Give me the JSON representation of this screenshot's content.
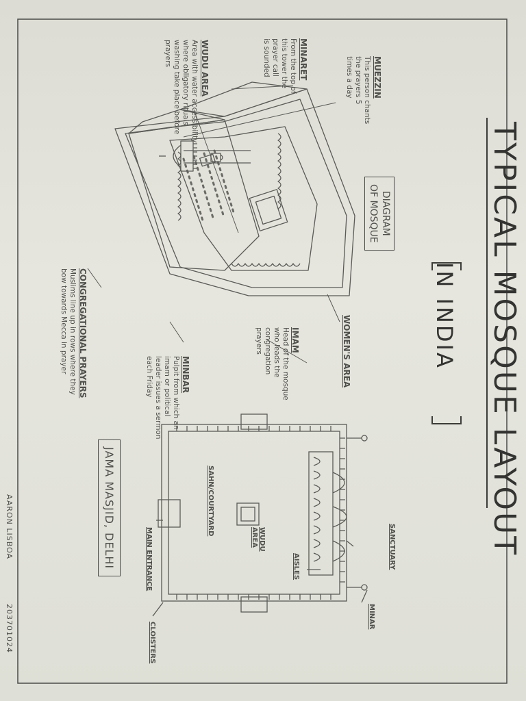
{
  "title": "TYPICAL MOSQUE LAYOUT",
  "subtitle": "IN INDIA",
  "diagram_label": "DIAGRAM\nOF MOSQUE",
  "annotations": {
    "muezzin": {
      "heading": "MUEZZIN",
      "text": "This person chants\nthe prayers 5\ntimes a day"
    },
    "minaret": {
      "heading": "MINARET",
      "text": "From the top of\nthis tower the\nprayer call\nis sounded"
    },
    "wudu_area": {
      "heading": "WUDU AREA",
      "text": "Area with water accessibility\nwhere obligatory rituals\nwashing take place before\nprayers"
    },
    "womens_area": {
      "heading": "WOMEN'S AREA"
    },
    "imam": {
      "heading": "IMAM",
      "text": "Head of the mosque\nwho leads the\ncongregation\nprayers"
    },
    "minbar": {
      "heading": "MINBAR",
      "text": "Pulpit from which an\nimam or political\nleader issues a sermon\neach Friday"
    },
    "congregational_prayers": {
      "heading": "CONGREGATIONAL PRAYERS",
      "text": "Muslims line up in rows where they\nbow towards Mecca in prayer"
    }
  },
  "plan": {
    "title": "JAMA MASJID, DELHI",
    "labels": {
      "sanctuary": "SANCTUARY",
      "minar": "MINAR",
      "aisles": "AISLES",
      "wudu_area": "WUDU\nAREA",
      "sahn": "SAHN/COURTYARD",
      "main_entrance": "MAIN ENTRANCE",
      "cloisters": "CLOISTERS"
    }
  },
  "author": {
    "name": "AARON LISBOA",
    "id": "203701024"
  }
}
